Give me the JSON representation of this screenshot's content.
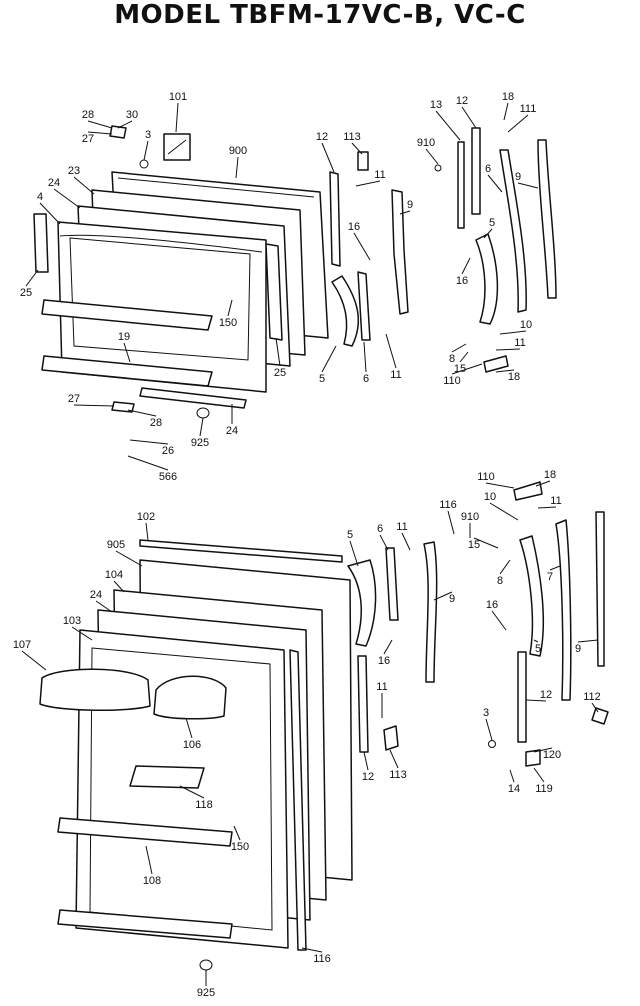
{
  "title": "MODEL TBFM-17VC-B, VC-C",
  "labels": [
    "101",
    "28",
    "30",
    "27",
    "3",
    "900",
    "23",
    "24",
    "4",
    "25",
    "150",
    "19",
    "25",
    "27",
    "28",
    "26",
    "925",
    "24",
    "566",
    "12",
    "113",
    "11",
    "910",
    "16",
    "9",
    "5",
    "6",
    "11",
    "13",
    "12",
    "18",
    "111",
    "6",
    "9",
    "5",
    "16",
    "10",
    "11",
    "8",
    "15",
    "110",
    "18",
    "102",
    "905",
    "104",
    "24",
    "103",
    "107",
    "106",
    "118",
    "150",
    "108",
    "925",
    "116",
    "5",
    "6",
    "11",
    "9",
    "16",
    "11",
    "12",
    "113",
    "116",
    "910",
    "110",
    "18",
    "11",
    "10",
    "15",
    "8",
    "7",
    "16",
    "5",
    "12",
    "9",
    "112",
    "3",
    "120",
    "14",
    "119"
  ]
}
